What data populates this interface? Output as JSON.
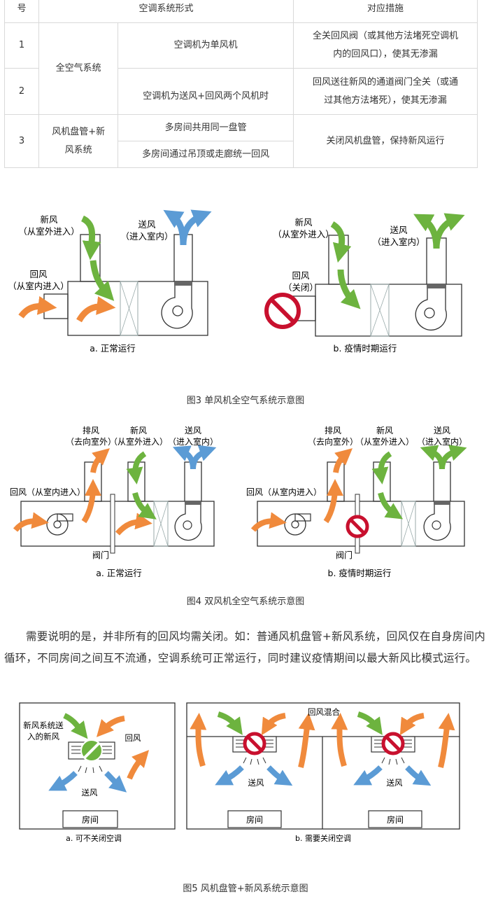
{
  "table": {
    "header": {
      "num": "号",
      "system": "空调系统形式",
      "measure": "对应措施"
    },
    "rows": [
      {
        "num": "1",
        "system": "全空气系统",
        "sub": "空调机为单风机",
        "measure_l1": "全关回风阀（或其他方法堵死空调机",
        "measure_l2": "内的回风口），使其无渗漏"
      },
      {
        "num": "2",
        "sub": "空调机为送风+回风两个风机时",
        "measure_l1": "回风送往新风的通道阀门全关（或通",
        "measure_l2": "过其他方法堵死），使其无渗漏"
      },
      {
        "num": "3",
        "system_l1": "风机盘管+新",
        "system_l2": "风系统",
        "sub_a": "多房间共用同一盘管",
        "sub_b": "多房间通过吊顶或走廊统一回风",
        "measure": "关闭风机盘管，保持新风运行"
      }
    ]
  },
  "fig3": {
    "a": {
      "fresh_l1": "新风",
      "fresh_l2": "（从室外进入）",
      "supply_l1": "送风",
      "supply_l2": "（进入室内）",
      "return_l1": "回风",
      "return_l2": "（从室内进入）",
      "label": "a. 正常运行"
    },
    "b": {
      "fresh_l1": "新风",
      "fresh_l2": "（从室外进入）",
      "supply_l1": "送风",
      "supply_l2": "（进入室内）",
      "return_l1": "回风",
      "return_l2": "（关闭）",
      "label": "b. 疫情时期运行"
    },
    "caption": "图3 单风机全空气系统示意图"
  },
  "fig4": {
    "a": {
      "exhaust_l1": "排风",
      "exhaust_l2": "（去向室外）",
      "fresh_l1": "新风",
      "fresh_l2": "（从室外进入）",
      "supply_l1": "送风",
      "supply_l2": "（进入室内）",
      "return": "回风（从室内进入）",
      "valve": "阀门",
      "label": "a. 正常运行"
    },
    "b": {
      "exhaust_l1": "排风",
      "exhaust_l2": "（去向室外）",
      "fresh_l1": "新风",
      "fresh_l2": "（从室外进入）",
      "supply_l1": "送风",
      "supply_l2": "（进入室内）",
      "return": "回风（从室内进入）",
      "valve": "阀门",
      "label": "b. 疫情时期运行"
    },
    "caption": "图4 双风机全空气系统示意图"
  },
  "paragraph": "需要说明的是，并非所有的回风均需关闭。如：普通风机盘管+新风系统，回风仅在自身房间内循环，不同房间之间互不流通，空调系统可正常运行，同时建议疫情期间以最大新风比模式运行。",
  "fig5": {
    "a": {
      "fresh_l1": "新风系统送",
      "fresh_l2": "入的新风",
      "return": "回风",
      "supply": "送风",
      "room": "房间",
      "label": "a. 可不关闭空调"
    },
    "b": {
      "mix": "回风混合",
      "supply_left": "送风",
      "supply_right": "送风",
      "room_left": "房间",
      "room_right": "房间",
      "label": "b. 需要关闭空调"
    },
    "caption": "图5 风机盘管+新风系统示意图"
  },
  "colors": {
    "green": "#6db33f",
    "blue": "#5b9bd5",
    "orange": "#f08a3c",
    "red": "#c8102e"
  }
}
